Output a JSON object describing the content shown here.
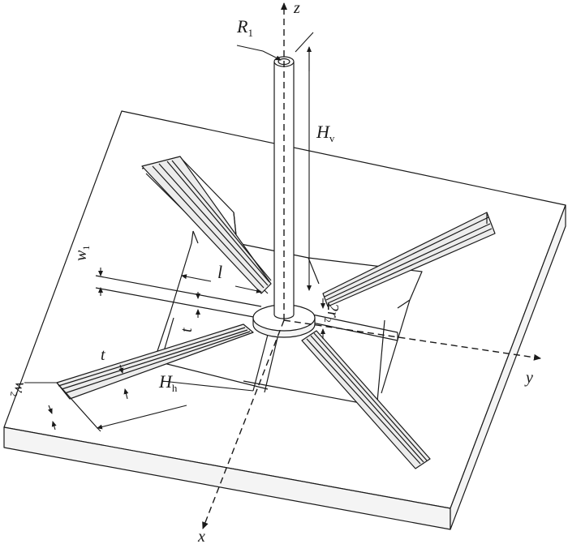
{
  "labels": {
    "z": "z",
    "x": "x",
    "y": "y",
    "R1": "R",
    "R1_sub": "1",
    "Hv": "H",
    "Hv_sub": "v",
    "Hh": "H",
    "Hh_sub": "h",
    "w1": "w",
    "w1_sub": "1",
    "w2": "w",
    "w2_sub": "2",
    "l": "l",
    "t_left": "t",
    "t_arm": "t",
    "two_r2": "2r",
    "two_r2_sub": "2"
  },
  "colors": {
    "stroke": "#1a1a1a",
    "background": "#ffffff",
    "substrate_side": "#f4f4f4",
    "slot_fill": "#ececec"
  }
}
